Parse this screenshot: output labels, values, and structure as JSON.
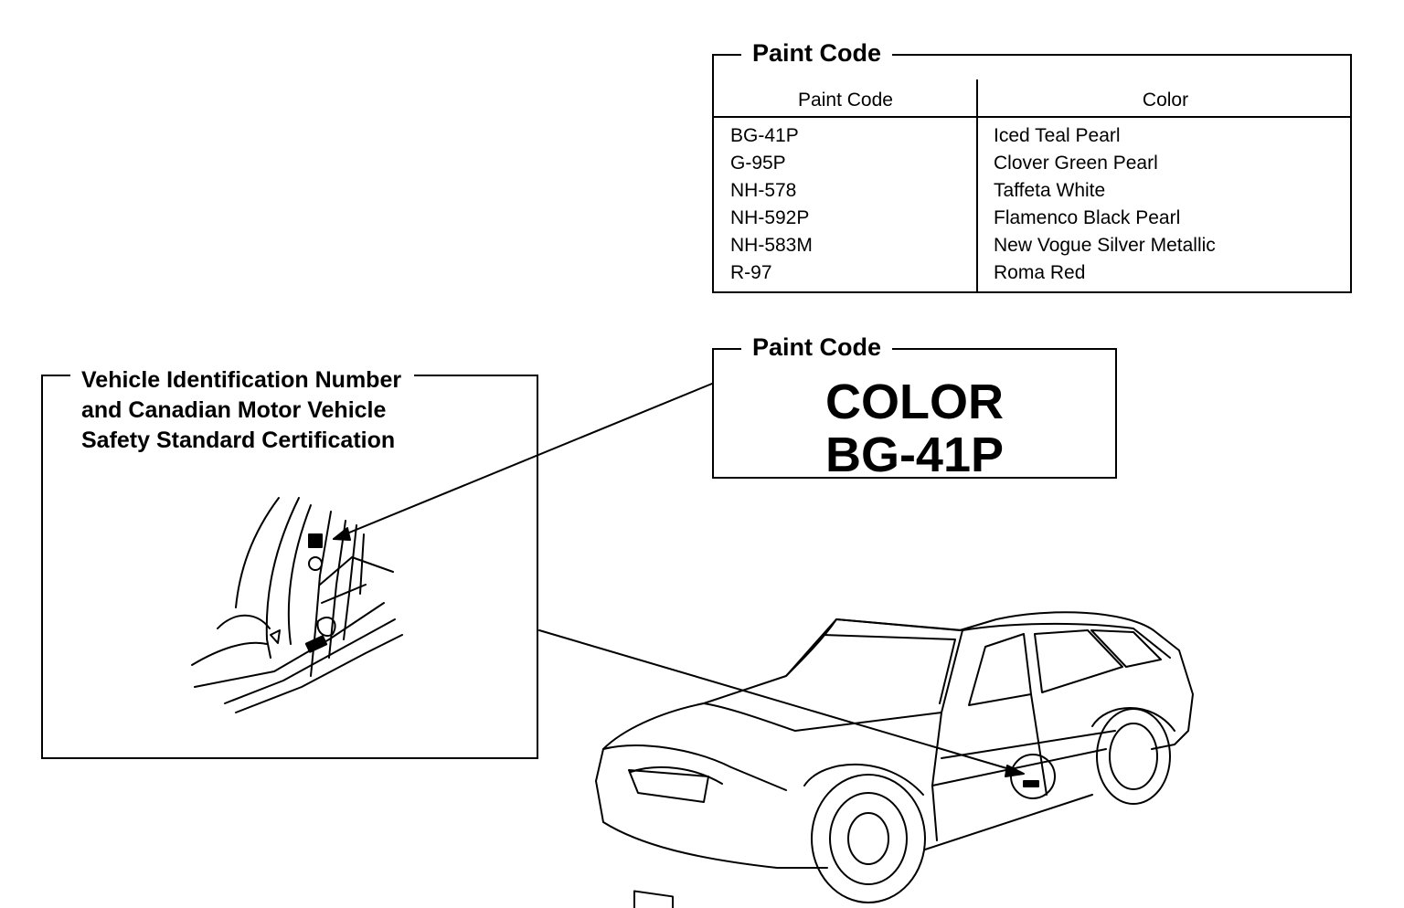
{
  "paint_code_table": {
    "title": "Paint Code",
    "headers": [
      "Paint Code",
      "Color"
    ],
    "rows": [
      {
        "code": "BG-41P",
        "color": "Iced Teal Pearl"
      },
      {
        "code": "G-95P",
        "color": "Clover Green Pearl"
      },
      {
        "code": "NH-578",
        "color": "Taffeta White"
      },
      {
        "code": "NH-592P",
        "color": "Flamenco Black Pearl"
      },
      {
        "code": "NH-583M",
        "color": "New Vogue Silver Metallic"
      },
      {
        "code": "R-97",
        "color": "Roma Red"
      }
    ]
  },
  "paint_code_label": {
    "title": "Paint Code",
    "line1": "COLOR",
    "line2": "BG-41P"
  },
  "vin_section": {
    "title_lines": [
      "Vehicle Identification Number",
      "and Canadian Motor Vehicle",
      "Safety Standard Certification"
    ]
  },
  "colors": {
    "ink": "#000000",
    "paper": "#ffffff"
  }
}
